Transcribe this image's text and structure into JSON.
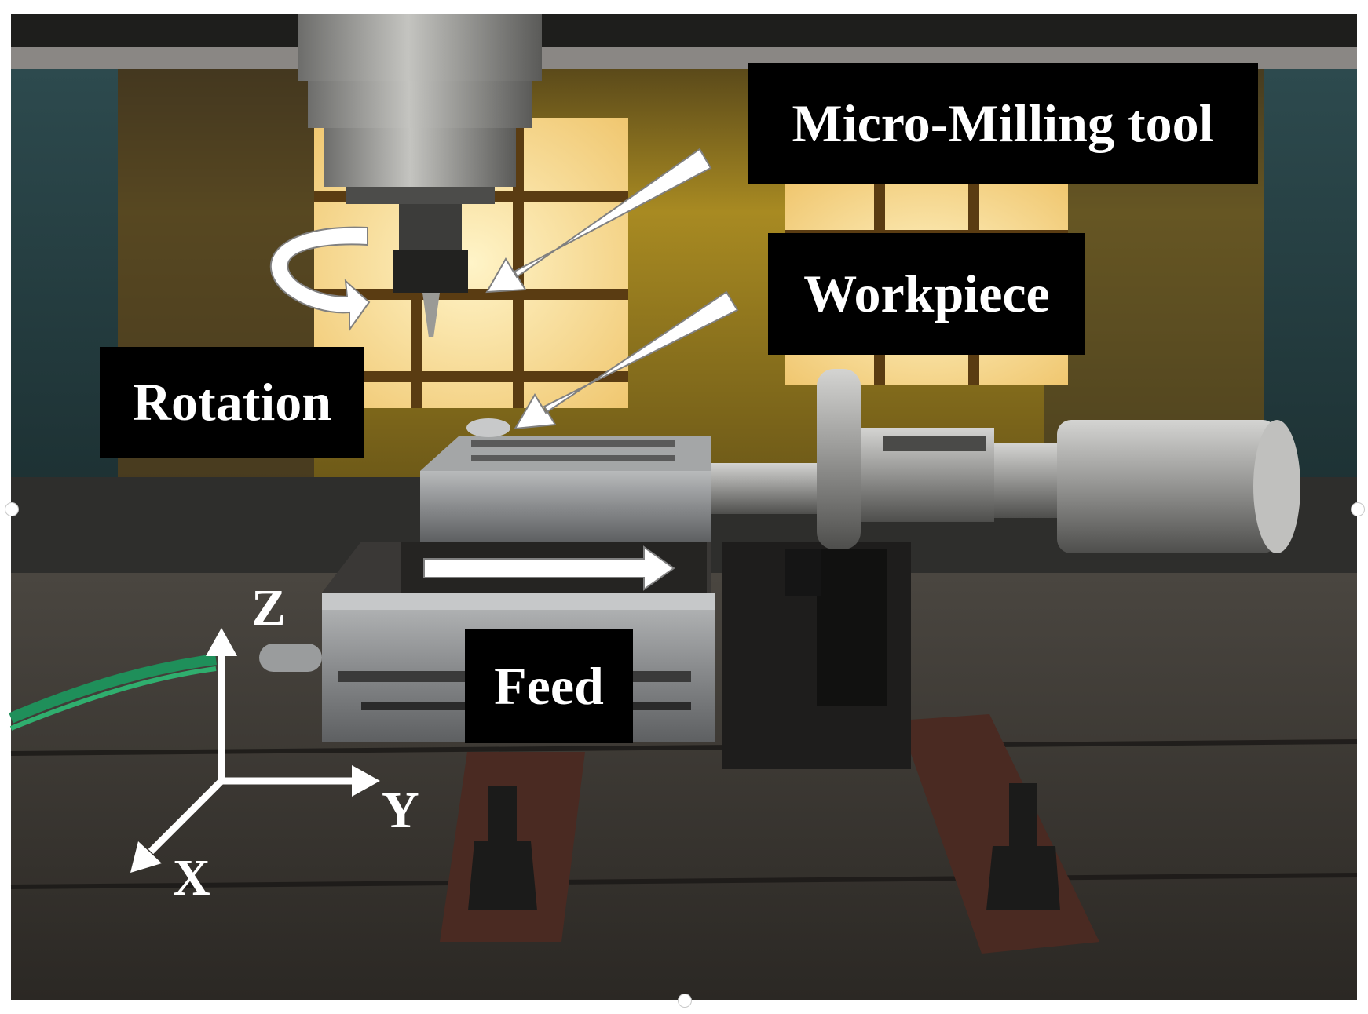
{
  "labels": {
    "tool": "Micro-Milling tool",
    "workpiece": "Workpiece",
    "rotation": "Rotation",
    "feed": "Feed"
  },
  "axes": {
    "z": "Z",
    "y": "Y",
    "x": "X"
  },
  "colors": {
    "background": "#ffffff",
    "label_box": "#000000",
    "label_text": "#ffffff",
    "arrow": "#ffffff",
    "enclosure_yellow": "#c9a21e",
    "table": "#3a3733",
    "steel": "#8e9092",
    "cable": "#1f8f5a"
  }
}
